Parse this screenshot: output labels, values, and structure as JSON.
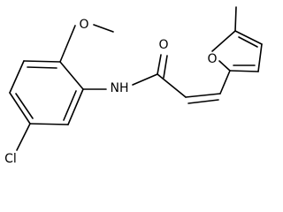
{
  "structure": {
    "atom_labels": {
      "methoxy_oxygen": "O",
      "carbonyl_oxygen": "O",
      "furan_oxygen": "O",
      "amide_nitrogen": "NH",
      "chlorine": "Cl"
    },
    "colors": {
      "bond": "#000000",
      "label": "#000000",
      "background": "#ffffff"
    }
  }
}
